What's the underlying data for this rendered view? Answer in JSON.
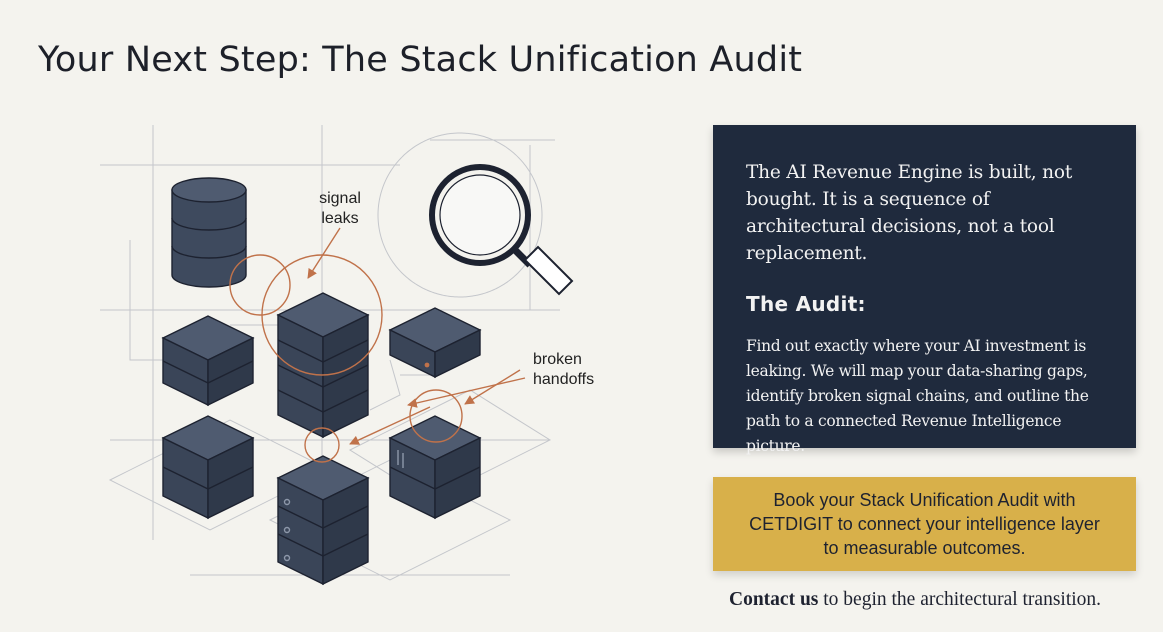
{
  "title": "Your Next Step: The Stack Unification Audit",
  "illustration": {
    "labels": {
      "signal_leaks_line1": "signal",
      "signal_leaks_line2": "leaks",
      "broken_handoffs_line1": "broken",
      "broken_handoffs_line2": "handoffs"
    },
    "icons": [
      "database-icon",
      "server-stack-icon",
      "magnifier-icon"
    ],
    "colors": {
      "server_fill": "#3e4a5e",
      "server_top": "#4f5b70",
      "accent_lines": "#c0724a"
    }
  },
  "panel": {
    "intro": "The AI Revenue Engine is built, not bought. It is a sequence of architectural decisions, not a tool replacement.",
    "heading": "The Audit:",
    "body": "Find out exactly where your AI investment is leaking. We will map your data-sharing gaps, identify broken signal chains, and outline the path to a connected Revenue Intelligence picture.",
    "background": "#1f2a3d"
  },
  "cta": {
    "text": "Book your Stack Unification Audit with CETDIGIT to connect your intelligence layer to measurable outcomes.",
    "background": "#d8b04a"
  },
  "contact": {
    "link_label": "Contact us",
    "rest": " to begin the architectural transition."
  }
}
